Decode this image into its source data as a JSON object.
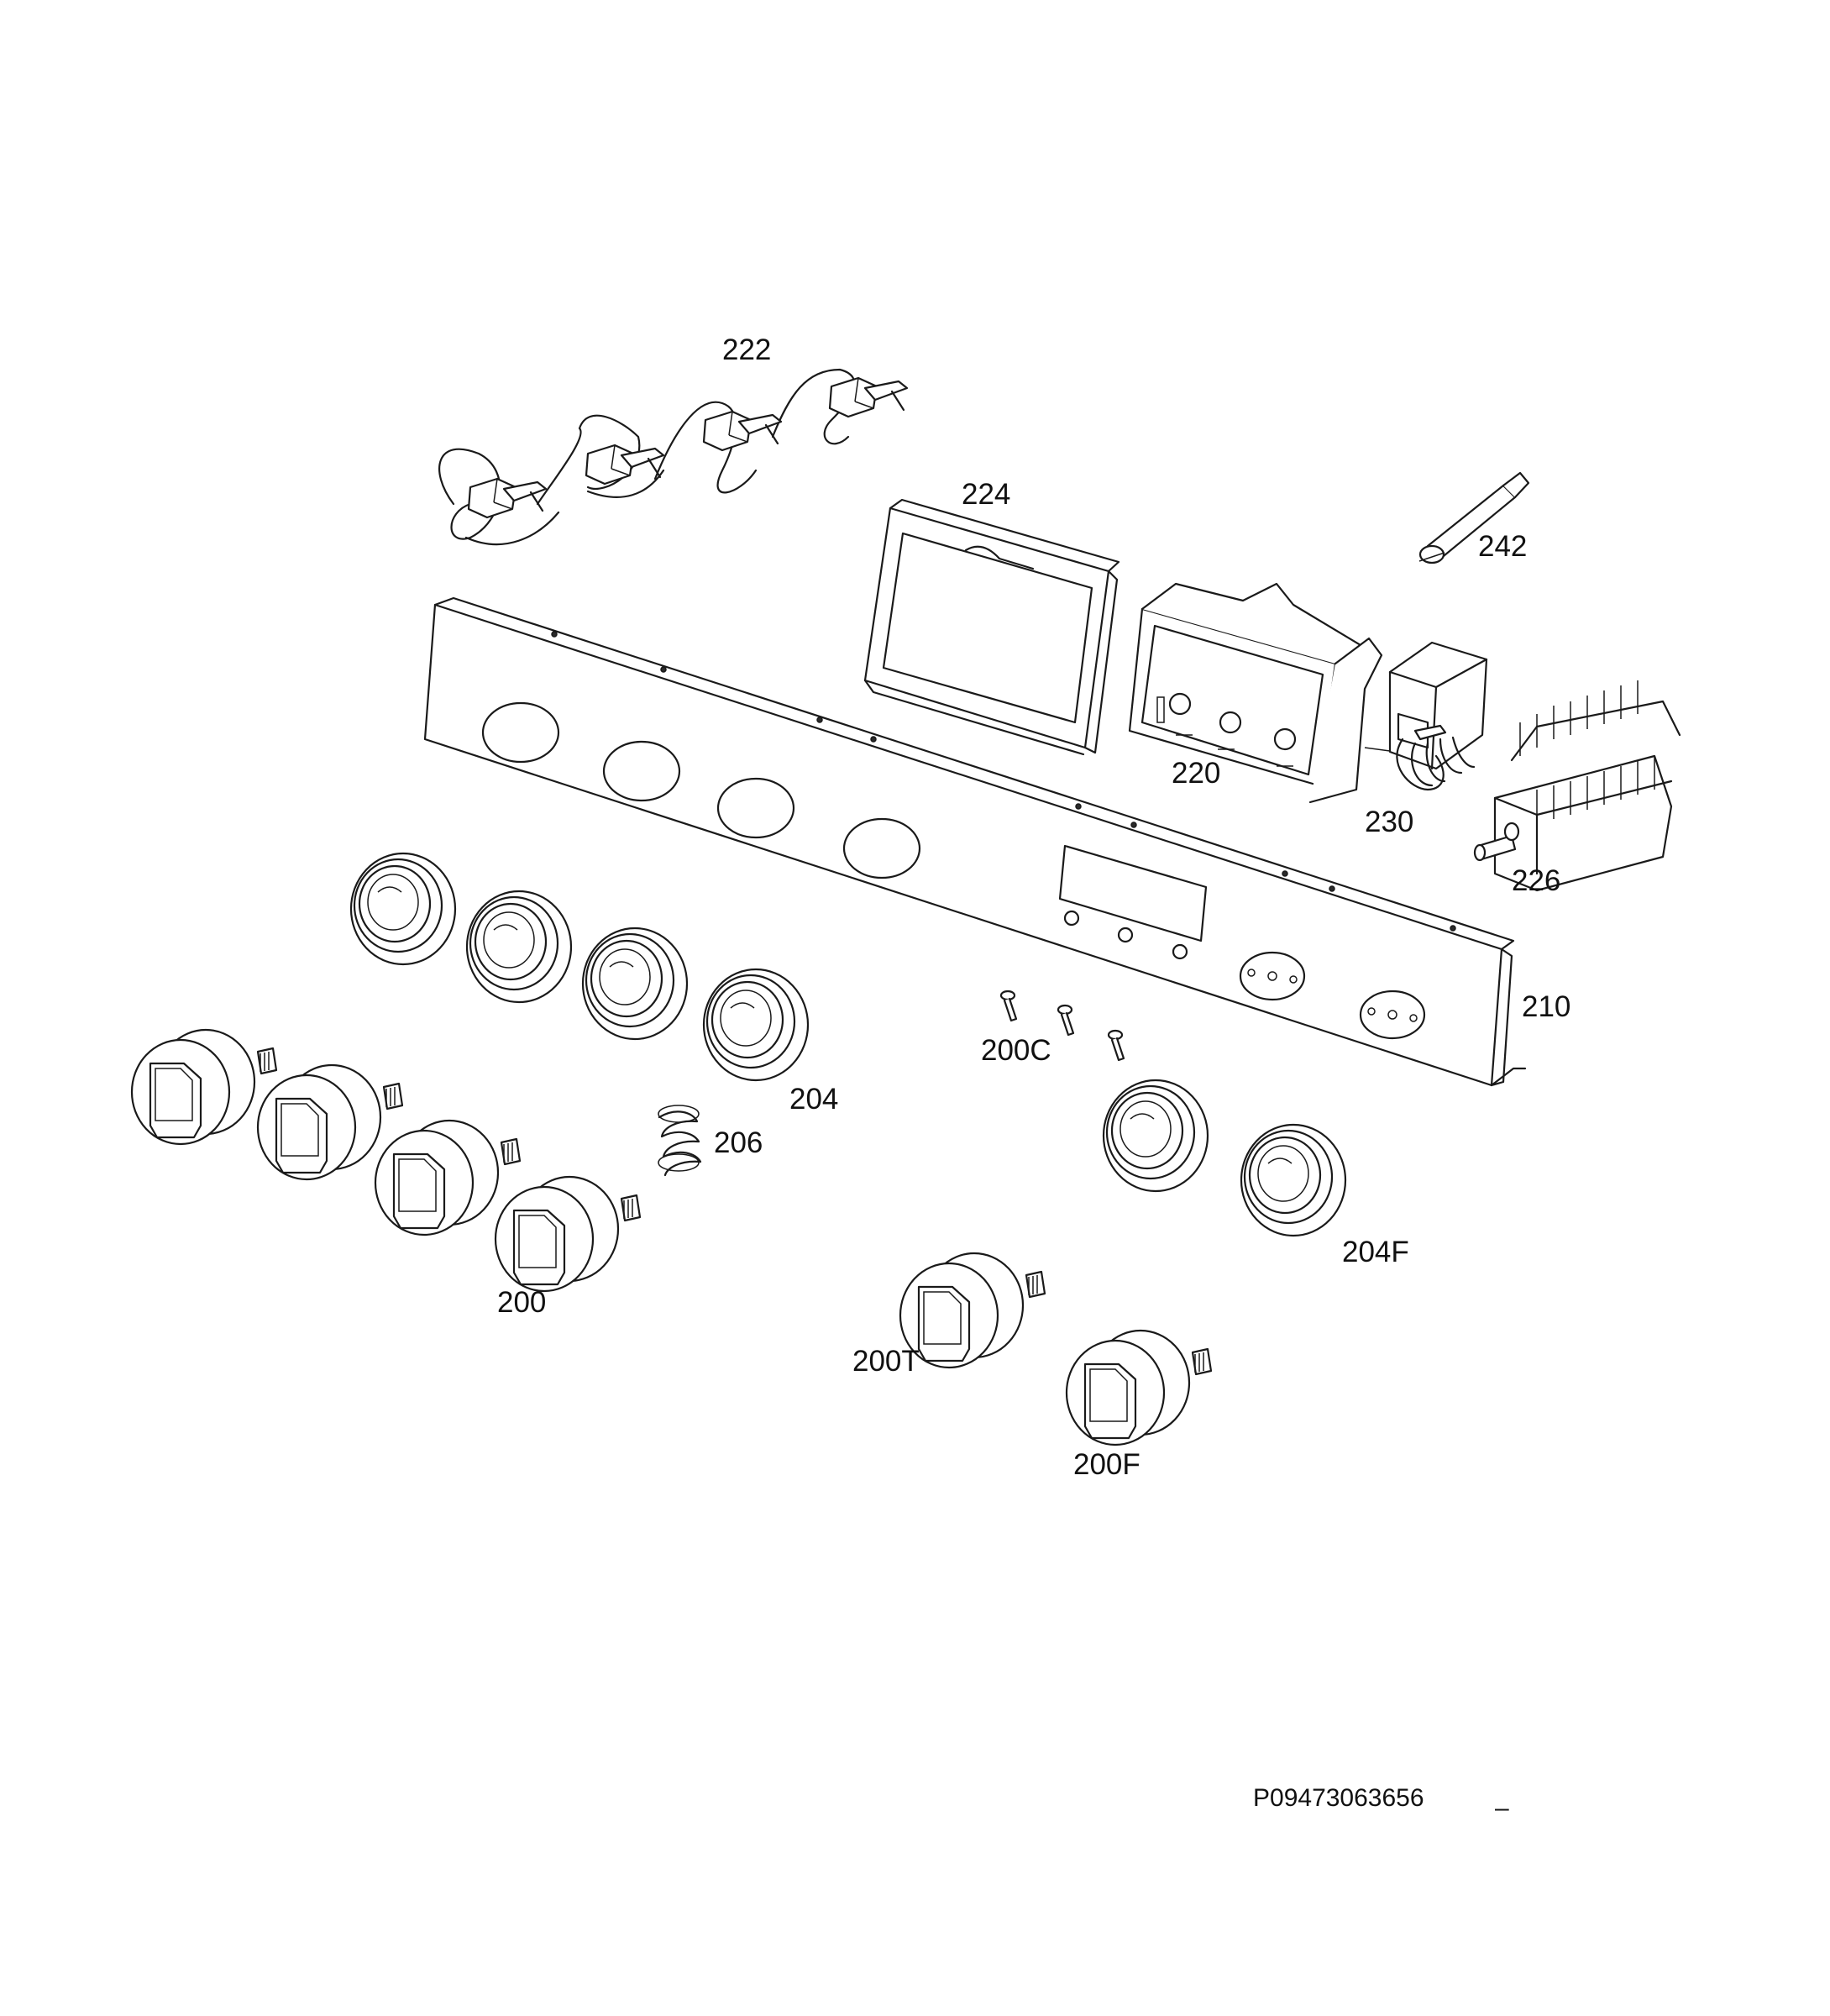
{
  "diagram": {
    "labels": {
      "p222": "222",
      "p224": "224",
      "p242": "242",
      "p220": "220",
      "p230": "230",
      "p226": "226",
      "p210": "210",
      "p200c": "200C",
      "p204": "204",
      "p206": "206",
      "p200": "200",
      "p204f": "204F",
      "p200t": "200T",
      "p200f": "200F"
    },
    "code": "P09473063656",
    "code_mark": "–"
  }
}
